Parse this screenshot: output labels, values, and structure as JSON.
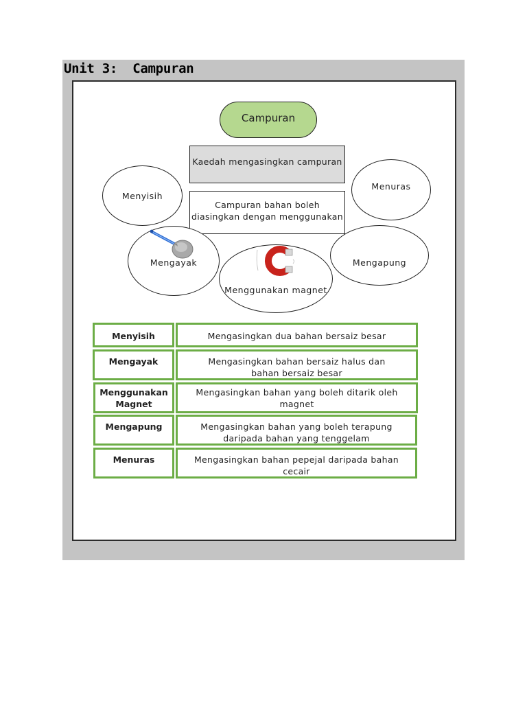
{
  "header": {
    "unit": "Unit 3:",
    "title": "Campuran"
  },
  "diagram": {
    "root": "Campuran",
    "heading": "Kaedah mengasingkan campuran",
    "subheading": "Campuran bahan boleh diasingkan dengan menggunakan",
    "methods": {
      "menyisih": "Menyisih",
      "menuras": "Menuras",
      "mengayak": "Mengayak",
      "mengapung": "Mengapung",
      "magnet": "Menggunakan magnet"
    },
    "icons": {
      "sieve": "sieve-icon",
      "magnet": "magnet-icon"
    },
    "colors": {
      "root_fill": "#b5d88f",
      "table_border": "#6cad46",
      "heading_fill": "#dcdcdc"
    }
  },
  "table": {
    "rows": [
      {
        "method": "Menyisih",
        "description": "Mengasingkan dua bahan bersaiz besar"
      },
      {
        "method": "Mengayak",
        "description": "Mengasingkan bahan bersaiz halus dan bahan bersaiz besar"
      },
      {
        "method": "Menggunakan Magnet",
        "description": "Mengasingkan bahan yang boleh ditarik oleh magnet"
      },
      {
        "method": "Mengapung",
        "description": "Mengasingkan bahan yang boleh terapung daripada bahan yang tenggelam"
      },
      {
        "method": "Menuras",
        "description": "Mengasingkan bahan pepejal daripada bahan cecair"
      }
    ]
  }
}
